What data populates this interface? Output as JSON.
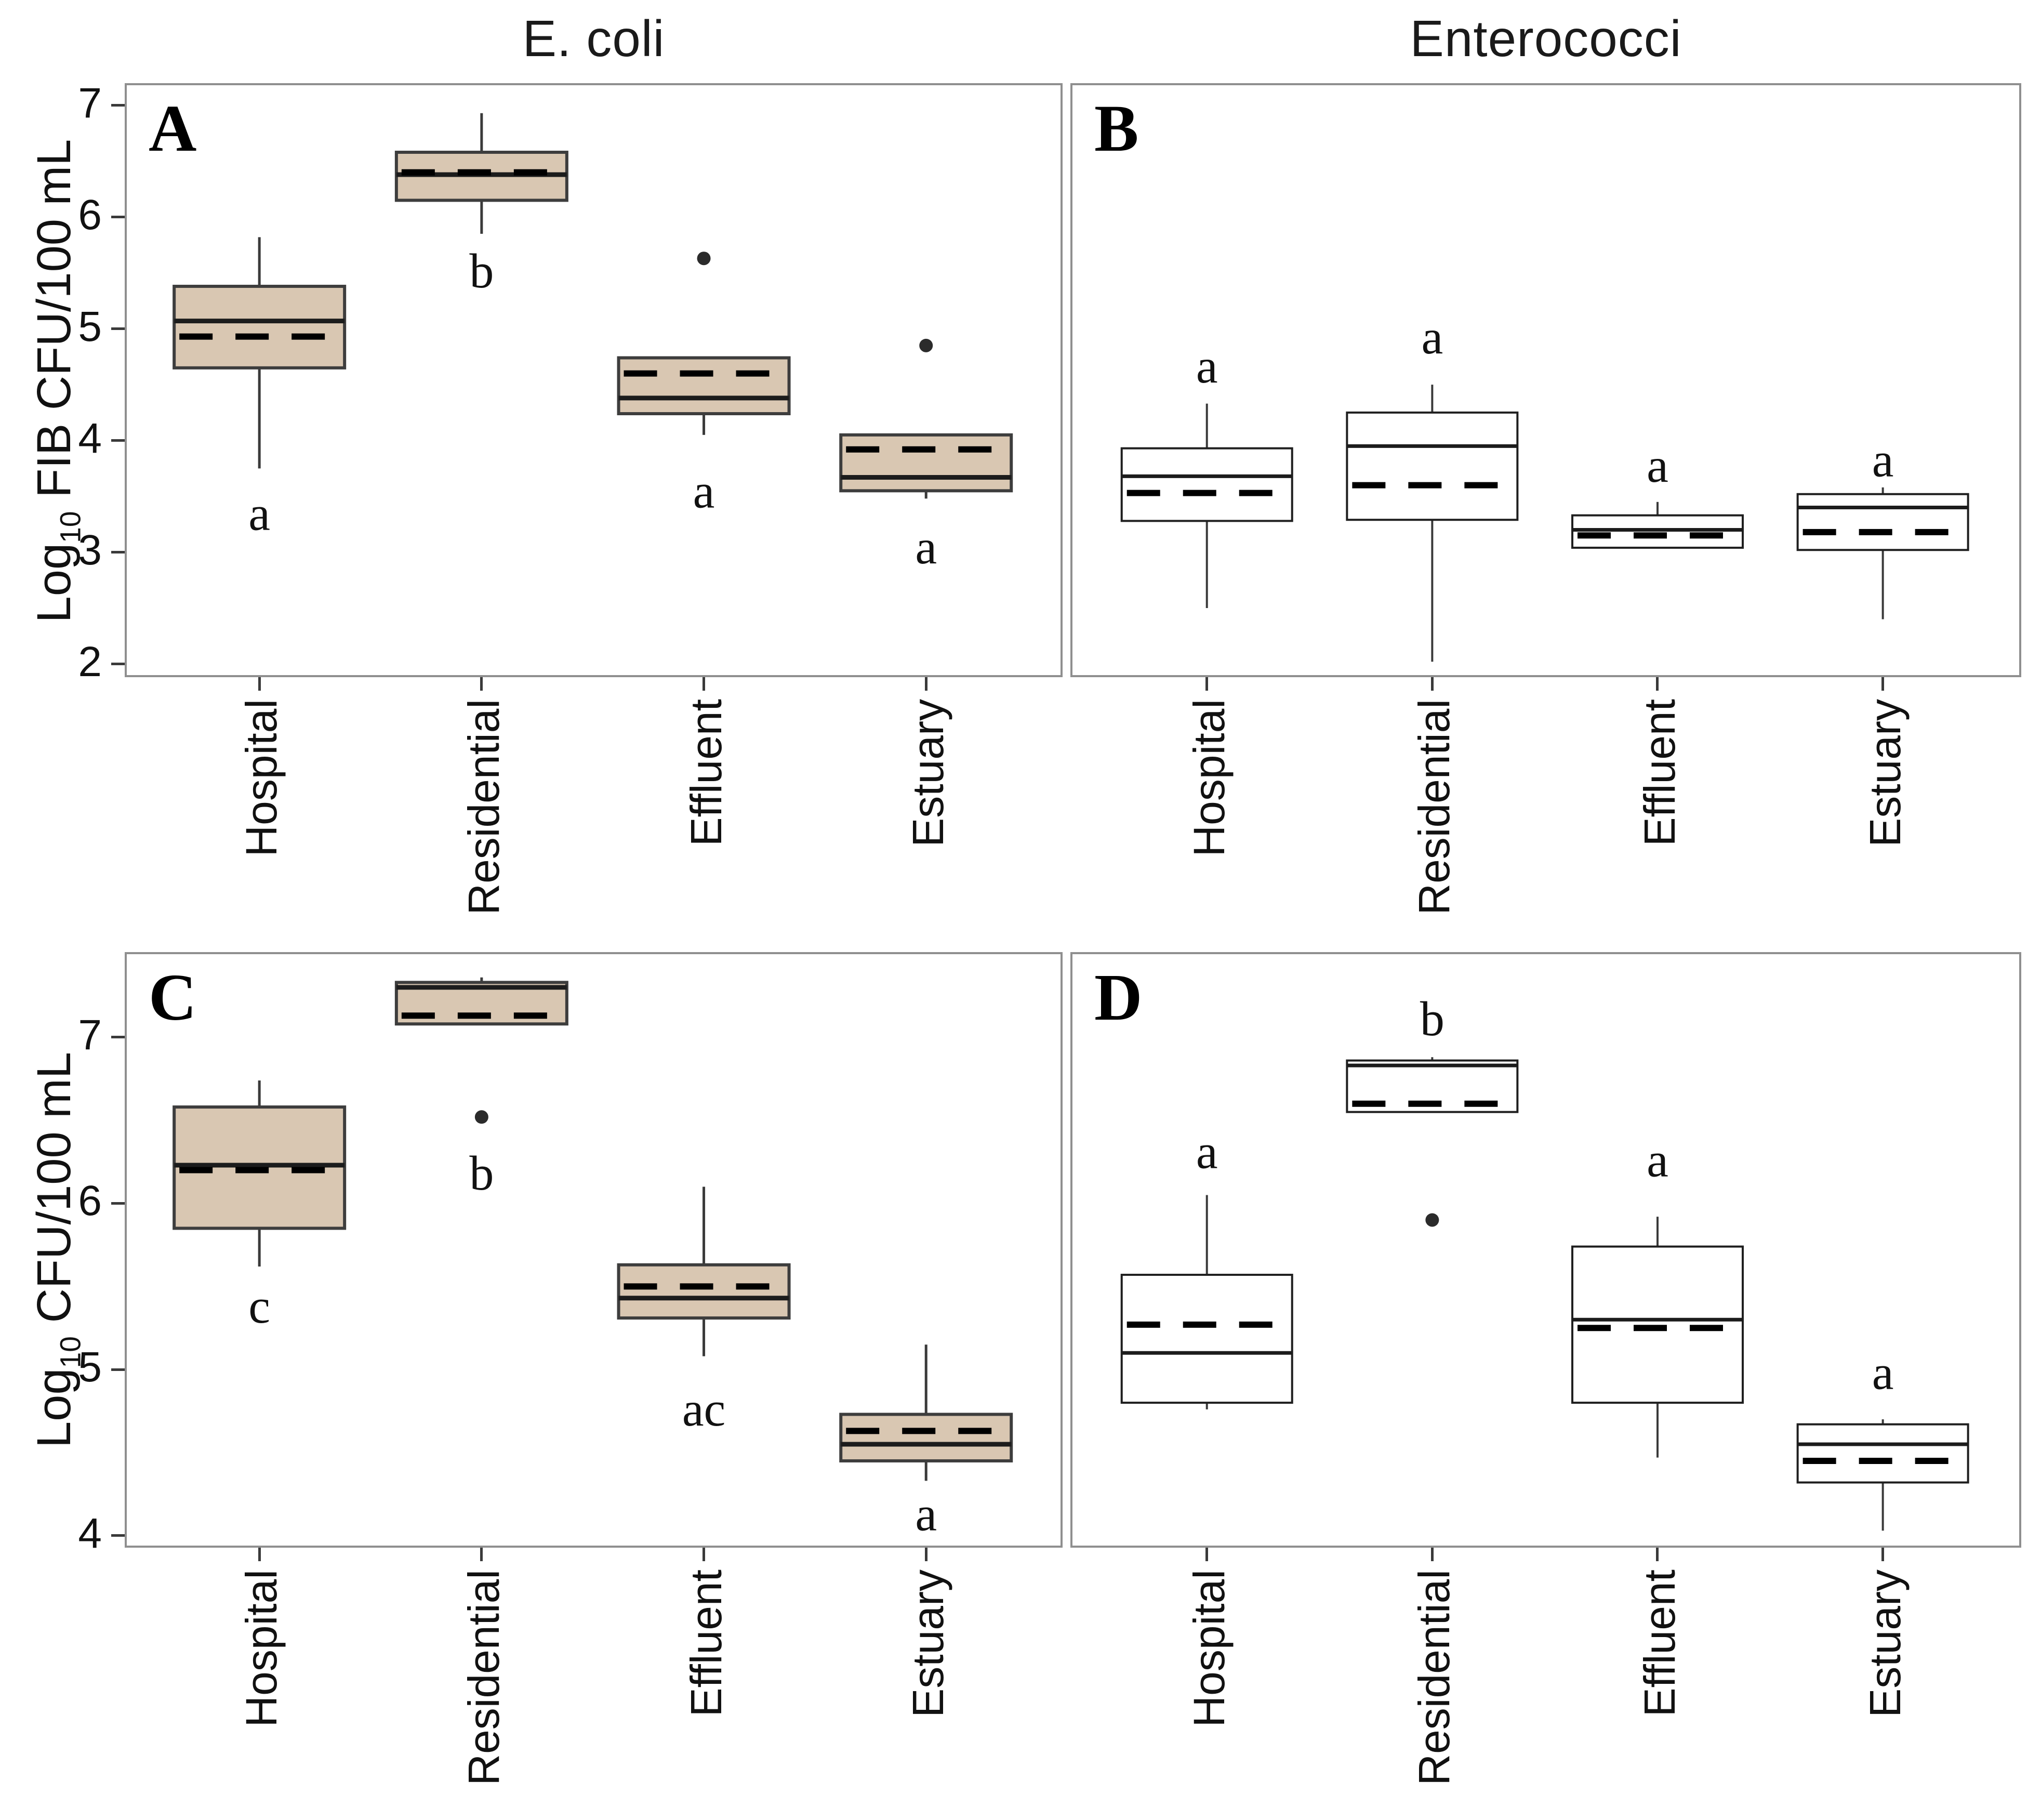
{
  "figure": {
    "col_titles": [
      "E. coli",
      "Enterococci"
    ],
    "row_ylabels": [
      {
        "prefix": "Log",
        "sub": "10",
        "suffix": " FIB CFU/100 mL"
      },
      {
        "prefix": "Log",
        "sub": "10",
        "suffix": " CFU/100 mL"
      }
    ],
    "categories": [
      "Hospital",
      "Residential",
      "Effluent",
      "Estuary"
    ],
    "colors": {
      "ecoli_box_fill": "#d9c7b2",
      "enterococci_box_fill": "#ffffff",
      "box_edge_dark": "#3d3d3d",
      "box_edge_thin": "#1f1f1f",
      "median_line": "#1c1c1c",
      "mean_line": "#000000",
      "whisker": "#3a3a3a",
      "outlier": "#2b2b2b",
      "panel_border": "#8f8f8f",
      "text": "#111111"
    }
  },
  "chart_data": [
    {
      "type": "boxplot",
      "letter": "A",
      "organism": "E. coli",
      "ylabel": "Log10 FIB CFU/100 mL",
      "ylim": [
        1.9,
        7.18
      ],
      "yticks": [
        2,
        3,
        4,
        5,
        6,
        7
      ],
      "grid": false,
      "box_fill": "#d9c7b2",
      "categories": [
        "Hospital",
        "Residential",
        "Effluent",
        "Estuary"
      ],
      "boxes": [
        {
          "category": "Hospital",
          "whislo": 3.75,
          "q1": 4.65,
          "med": 5.07,
          "mean": 4.93,
          "q3": 5.38,
          "whishi": 5.82,
          "outliers": [],
          "sig": "a",
          "sig_y": 3.3
        },
        {
          "category": "Residential",
          "whislo": 5.85,
          "q1": 6.15,
          "med": 6.38,
          "mean": 6.4,
          "q3": 6.58,
          "whishi": 6.93,
          "outliers": [],
          "sig": "b",
          "sig_y": 5.47
        },
        {
          "category": "Effluent",
          "whislo": 4.05,
          "q1": 4.24,
          "med": 4.38,
          "mean": 4.6,
          "q3": 4.74,
          "whishi": null,
          "outliers": [
            5.63
          ],
          "sig": "a",
          "sig_y": 3.5
        },
        {
          "category": "Estuary",
          "whislo": 3.48,
          "q1": 3.55,
          "med": 3.67,
          "mean": 3.92,
          "q3": 4.05,
          "whishi": null,
          "outliers": [
            4.85
          ],
          "sig": "a",
          "sig_y": 3.0
        }
      ]
    },
    {
      "type": "boxplot",
      "letter": "B",
      "organism": "Enterococci",
      "ylabel": "Log10 FIB CFU/100 mL",
      "ylim": [
        1.9,
        7.18
      ],
      "yticks": [],
      "grid": false,
      "box_fill": "#ffffff",
      "categories": [
        "Hospital",
        "Residential",
        "Effluent",
        "Estuary"
      ],
      "boxes": [
        {
          "category": "Hospital",
          "whislo": 2.5,
          "q1": 3.28,
          "med": 3.68,
          "mean": 3.53,
          "q3": 3.93,
          "whishi": 4.33,
          "outliers": [],
          "sig": "a",
          "sig_y": 4.62
        },
        {
          "category": "Residential",
          "whislo": 2.02,
          "q1": 3.29,
          "med": 3.95,
          "mean": 3.6,
          "q3": 4.25,
          "whishi": 4.5,
          "outliers": [],
          "sig": "a",
          "sig_y": 4.88
        },
        {
          "category": "Effluent",
          "whislo": null,
          "q1": 3.04,
          "med": 3.2,
          "mean": 3.15,
          "q3": 3.33,
          "whishi": 3.45,
          "outliers": [],
          "sig": "a",
          "sig_y": 3.73
        },
        {
          "category": "Estuary",
          "whislo": 2.4,
          "q1": 3.02,
          "med": 3.4,
          "mean": 3.18,
          "q3": 3.52,
          "whishi": 3.58,
          "outliers": [],
          "sig": "a",
          "sig_y": 3.78
        }
      ]
    },
    {
      "type": "boxplot",
      "letter": "C",
      "organism": "E. coli",
      "ylabel": "Log10 CFU/100 mL",
      "ylim": [
        3.94,
        7.5
      ],
      "yticks": [
        4,
        5,
        6,
        7
      ],
      "grid": false,
      "box_fill": "#d9c7b2",
      "categories": [
        "Hospital",
        "Residential",
        "Effluent",
        "Estuary"
      ],
      "boxes": [
        {
          "category": "Hospital",
          "whislo": 5.62,
          "q1": 5.85,
          "med": 6.23,
          "mean": 6.2,
          "q3": 6.58,
          "whishi": 6.74,
          "outliers": [],
          "sig": "c",
          "sig_y": 5.35
        },
        {
          "category": "Residential",
          "whislo": null,
          "q1": 7.08,
          "med": 7.3,
          "mean": 7.13,
          "q3": 7.33,
          "whishi": 7.36,
          "outliers": [
            6.52
          ],
          "sig": "b",
          "sig_y": 6.15
        },
        {
          "category": "Effluent",
          "whislo": 5.08,
          "q1": 5.31,
          "med": 5.43,
          "mean": 5.5,
          "q3": 5.63,
          "whishi": 6.1,
          "outliers": [],
          "sig": "ac",
          "sig_y": 4.73
        },
        {
          "category": "Estuary",
          "whislo": 4.33,
          "q1": 4.45,
          "med": 4.55,
          "mean": 4.63,
          "q3": 4.73,
          "whishi": 5.15,
          "outliers": [],
          "sig": "a",
          "sig_y": 4.1
        }
      ]
    },
    {
      "type": "boxplot",
      "letter": "D",
      "organism": "Enterococci",
      "ylabel": "Log10 CFU/100 mL",
      "ylim": [
        3.94,
        7.5
      ],
      "yticks": [],
      "grid": false,
      "box_fill": "#ffffff",
      "categories": [
        "Hospital",
        "Residential",
        "Effluent",
        "Estuary"
      ],
      "boxes": [
        {
          "category": "Hospital",
          "whislo": 4.76,
          "q1": 4.8,
          "med": 5.1,
          "mean": 5.27,
          "q3": 5.57,
          "whishi": 6.05,
          "outliers": [],
          "sig": "a",
          "sig_y": 6.28
        },
        {
          "category": "Residential",
          "whislo": null,
          "q1": 6.55,
          "med": 6.83,
          "mean": 6.6,
          "q3": 6.86,
          "whishi": 6.88,
          "outliers": [
            5.9
          ],
          "sig": "b",
          "sig_y": 7.08
        },
        {
          "category": "Effluent",
          "whislo": 4.47,
          "q1": 4.8,
          "med": 5.3,
          "mean": 5.25,
          "q3": 5.74,
          "whishi": 5.92,
          "outliers": [],
          "sig": "a",
          "sig_y": 6.23
        },
        {
          "category": "Estuary",
          "whislo": 4.03,
          "q1": 4.32,
          "med": 4.55,
          "mean": 4.45,
          "q3": 4.67,
          "whishi": 4.7,
          "outliers": [],
          "sig": "a",
          "sig_y": 4.95
        }
      ]
    }
  ]
}
